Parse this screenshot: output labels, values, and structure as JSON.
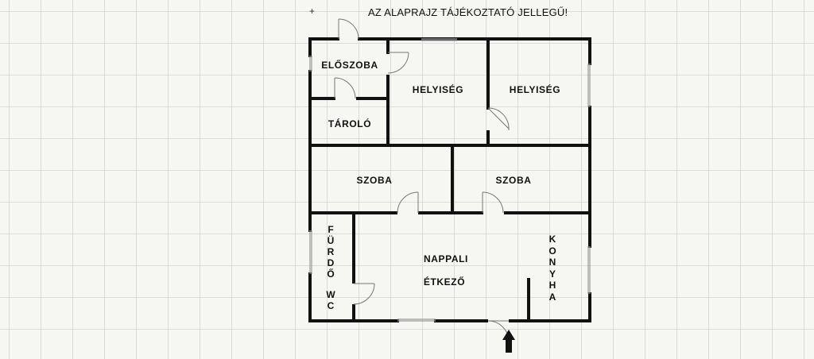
{
  "title": "AZ ALAPRAJZ TÁJÉKOZTATÓ JELLEGŰ!",
  "rooms": {
    "eloszoba": "ELŐSZOBA",
    "helyiseg1": "HELYISÉG",
    "helyiseg2": "HELYISÉG",
    "tarolo": "TÁROLÓ",
    "szoba1": "SZOBA",
    "szoba2": "SZOBA",
    "furdo": "FÜRDŐ",
    "wc": "WC",
    "nappali": "NAPPALI",
    "etkezo": "ÉTKEZŐ",
    "konyha": "KONYHA"
  },
  "icons": {
    "entrance": "arrow-up-icon",
    "origin": "crosshair-icon"
  },
  "colors": {
    "wall": "#111111",
    "grid": "#dcdcd6",
    "background": "#f6f6f3",
    "door": "#888888"
  }
}
